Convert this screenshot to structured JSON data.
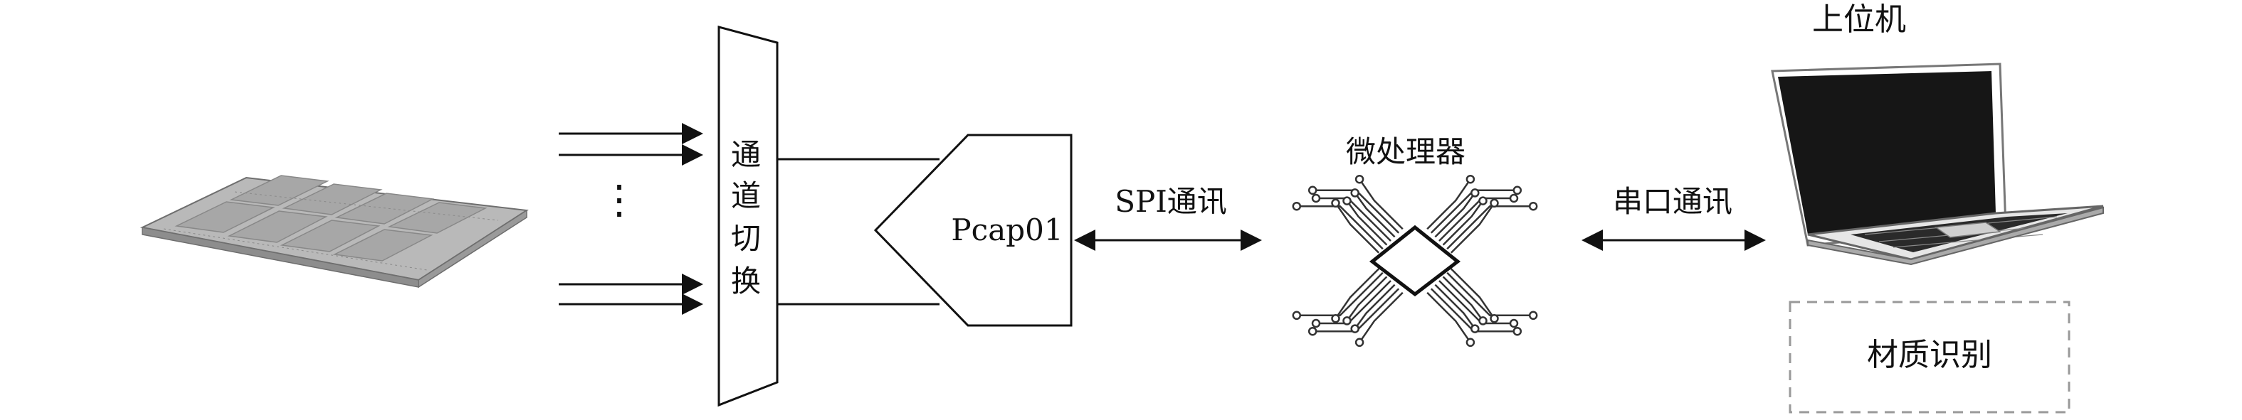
{
  "labels": {
    "mux": "通道切换",
    "pcap": "Pcap01",
    "spi": "SPI通讯",
    "mcu": "微处理器",
    "serial": "串口通讯",
    "host": "上位机",
    "material": "材质识别",
    "ellipsis": "⋮"
  },
  "icons": {
    "sensor": "sensor-plate-icon",
    "chip": "microprocessor-chip-icon",
    "laptop": "laptop-icon"
  },
  "colors": {
    "line": "#111111",
    "plate": "#b5b5b5",
    "plateEdge": "#7a7a7a",
    "dashed": "#999999",
    "screen": "#161616"
  }
}
